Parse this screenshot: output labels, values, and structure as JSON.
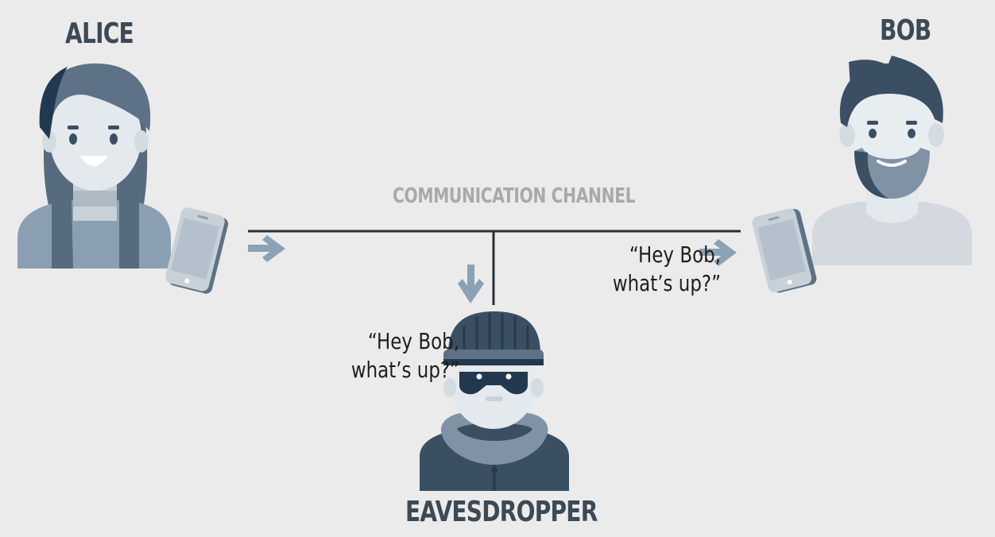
{
  "labels": {
    "alice": "ALICE",
    "bob": "BOB",
    "eavesdropper": "EAVESDROPPER",
    "channel": "COMMUNICATION CHANNEL"
  },
  "messages": {
    "to_bob": {
      "line1": "“Hey Bob,",
      "line2": "what’s up?”"
    },
    "to_eavesdropper": {
      "line1": "“Hey Bob,",
      "line2": "what’s up?”"
    }
  },
  "colors": {
    "background": "#ebebeb",
    "dark_navy": "#3b4f63",
    "mid_blue": "#5d7286",
    "light_gray": "#c9d1d8",
    "arrow": "#8aa2b3",
    "line": "#2a2f33",
    "label": "#3c4a56",
    "channel_label": "#a9a9a9"
  }
}
